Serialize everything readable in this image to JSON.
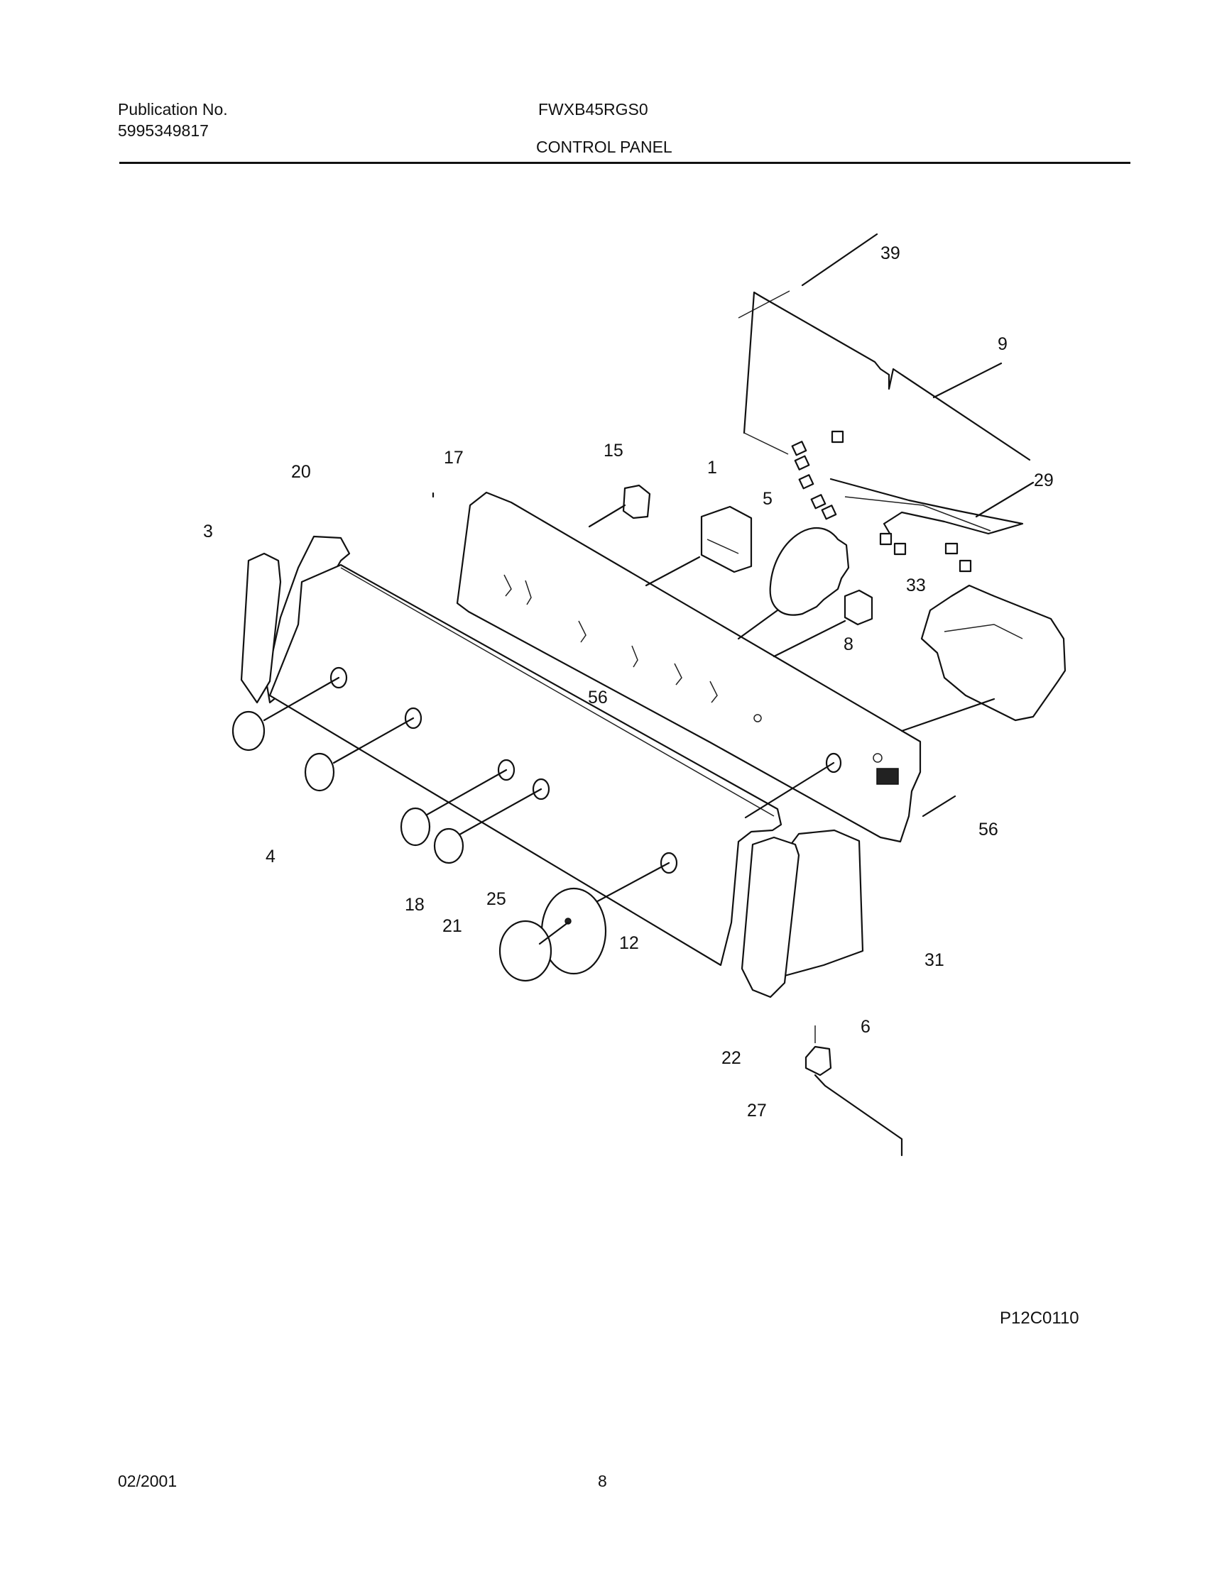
{
  "header": {
    "publication_label": "Publication No.",
    "publication_number": "5995349817",
    "model": "FWXB45RGS0",
    "section_title": "CONTROL PANEL"
  },
  "callouts": [
    {
      "id": "c39",
      "text": "39"
    },
    {
      "id": "c9",
      "text": "9"
    },
    {
      "id": "c29",
      "text": "29"
    },
    {
      "id": "c20",
      "text": "20"
    },
    {
      "id": "c17",
      "text": "17"
    },
    {
      "id": "c15",
      "text": "15"
    },
    {
      "id": "c1",
      "text": "1"
    },
    {
      "id": "c5",
      "text": "5"
    },
    {
      "id": "c3",
      "text": "3"
    },
    {
      "id": "c33",
      "text": "33"
    },
    {
      "id": "c8",
      "text": "8"
    },
    {
      "id": "c56a",
      "text": "56"
    },
    {
      "id": "c56b",
      "text": "56"
    },
    {
      "id": "c4",
      "text": "4"
    },
    {
      "id": "c18",
      "text": "18"
    },
    {
      "id": "c25",
      "text": "25"
    },
    {
      "id": "c21",
      "text": "21"
    },
    {
      "id": "c12",
      "text": "12"
    },
    {
      "id": "c31",
      "text": "31"
    },
    {
      "id": "c6",
      "text": "6"
    },
    {
      "id": "c22",
      "text": "22"
    },
    {
      "id": "c27",
      "text": "27"
    }
  ],
  "drawing_code": "P12C0110",
  "footer": {
    "date": "02/2001",
    "page": "8"
  }
}
